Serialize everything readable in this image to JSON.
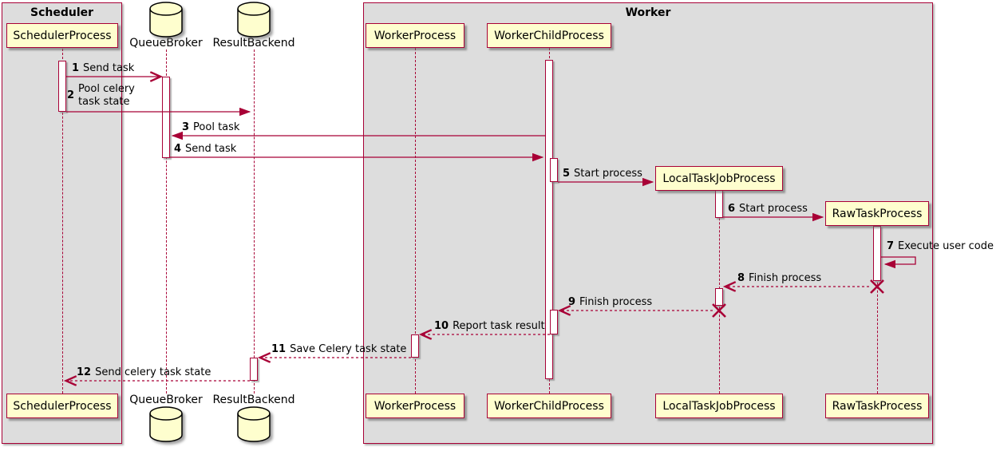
{
  "diagram": {
    "groups": [
      {
        "title": "Scheduler"
      },
      {
        "title": "Worker"
      }
    ],
    "participants": [
      {
        "name": "SchedulerProcess",
        "kind": "participant"
      },
      {
        "name": "QueueBroker",
        "kind": "database"
      },
      {
        "name": "ResultBackend",
        "kind": "database"
      },
      {
        "name": "WorkerProcess",
        "kind": "participant"
      },
      {
        "name": "WorkerChildProcess",
        "kind": "participant"
      },
      {
        "name": "LocalTaskJobProcess",
        "kind": "participant"
      },
      {
        "name": "RawTaskProcess",
        "kind": "participant"
      }
    ],
    "messages": [
      {
        "num": "1",
        "text": "Send task"
      },
      {
        "num": "2",
        "text": "Pool celery task state"
      },
      {
        "num": "3",
        "text": "Pool task"
      },
      {
        "num": "4",
        "text": "Send task"
      },
      {
        "num": "5",
        "text": "Start process"
      },
      {
        "num": "6",
        "text": "Start process"
      },
      {
        "num": "7",
        "text": "Execute user code"
      },
      {
        "num": "8",
        "text": "Finish process"
      },
      {
        "num": "9",
        "text": "Finish process"
      },
      {
        "num": "10",
        "text": "Report task result"
      },
      {
        "num": "11",
        "text": "Save Celery task state"
      },
      {
        "num": "12",
        "text": "Send celery task state"
      }
    ],
    "colors": {
      "accent": "#A80036",
      "participant_fill": "#FEFECE",
      "group_fill": "#DDDDDD",
      "database_outline": "#000000"
    }
  }
}
